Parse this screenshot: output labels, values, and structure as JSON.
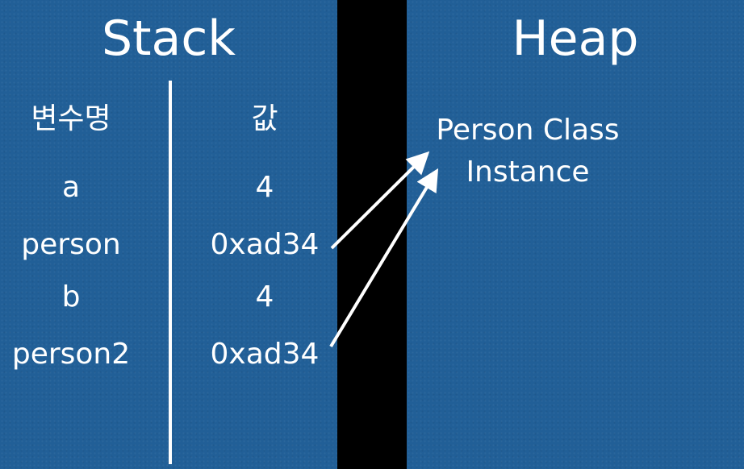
{
  "stack": {
    "title": "Stack",
    "header_name": "변수명",
    "header_value": "값",
    "rows": [
      {
        "name": "a",
        "value": "4"
      },
      {
        "name": "person",
        "value": "0xad34"
      },
      {
        "name": "b",
        "value": "4"
      },
      {
        "name": "person2",
        "value": "0xad34"
      }
    ]
  },
  "heap": {
    "title": "Heap",
    "instance_line1": "Person Class",
    "instance_line2": "Instance"
  },
  "colors": {
    "panel": "#215f97",
    "gap": "#000000",
    "text": "#ffffff"
  }
}
